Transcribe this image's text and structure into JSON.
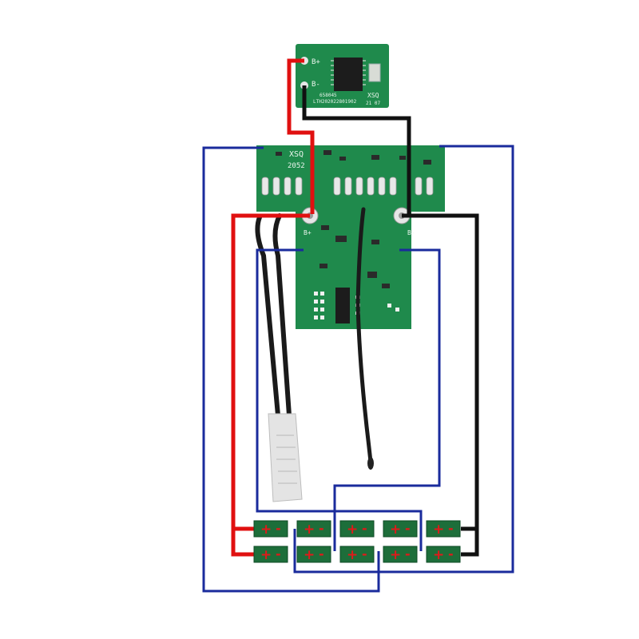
{
  "colors": {
    "pcb_green": "#1f8a4c",
    "pcb_dark": "#16713c",
    "wire_red": "#e01010",
    "wire_black": "#111111",
    "wire_blue": "#1a2b9c",
    "cell_green": "#1d6e3a",
    "cell_plus": "#e01a1a",
    "background": "#ffffff"
  },
  "small_board": {
    "b_plus": "B+",
    "b_minus": "B-",
    "code_line1": "658045",
    "code_line2": "LTH202022801902",
    "brand": "XSQ",
    "date": "21 07"
  },
  "main_board": {
    "brand": "XSQ",
    "year": "2052",
    "b_plus": "B+",
    "b_minus": "B-"
  },
  "cells": {
    "rows": 2,
    "per_row": 5,
    "plus_symbol": "+",
    "minus_symbol": "-"
  },
  "components": {
    "thermistor": "thermistor-probe",
    "thermal_fuse": "thermal-fuse"
  }
}
